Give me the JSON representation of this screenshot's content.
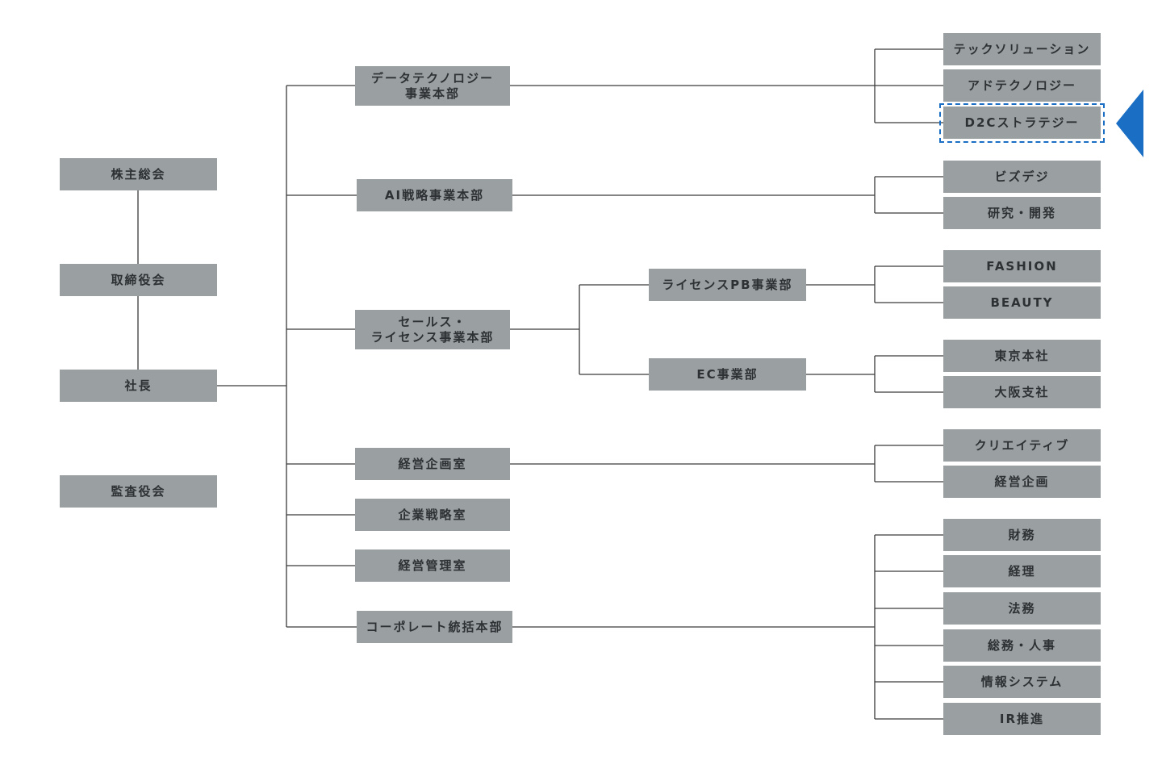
{
  "governance": {
    "shareholders": "株主総会",
    "board": "取締役会",
    "president": "社長",
    "auditors": "監査役会"
  },
  "divisions": {
    "data_tech": "データテクノロジー\n事業本部",
    "ai_strategy": "AI戦略事業本部",
    "sales_license": "セールス・\nライセンス事業本部",
    "management_planning": "経営企画室",
    "corporate_strategy": "企業戦略室",
    "management_control": "経営管理室",
    "corporate_admin": "コーポレート統括本部"
  },
  "sub_divisions": {
    "license_pb": "ライセンスPB事業部",
    "ec": "EC事業部"
  },
  "units": {
    "tech_solution": "テックソリューション",
    "ad_tech": "アドテクノロジー",
    "d2c_strategy": "D2Cストラテジー",
    "bizdigi": "ビズデジ",
    "research_dev": "研究・開発",
    "fashion": "FASHION",
    "beauty": "BEAUTY",
    "tokyo_hq": "東京本社",
    "osaka_branch": "大阪支社",
    "creative": "クリエイティブ",
    "mgmt_planning_unit": "経営企画",
    "finance": "財務",
    "accounting": "経理",
    "legal": "法務",
    "general_hr": "総務・人事",
    "info_systems": "情報システム",
    "ir_promotion": "IR推進"
  },
  "colors": {
    "box_fill": "#9a9fa2",
    "box_text": "#2d3134",
    "line": "#3a3a3a",
    "highlight": "#1a6fc4"
  }
}
